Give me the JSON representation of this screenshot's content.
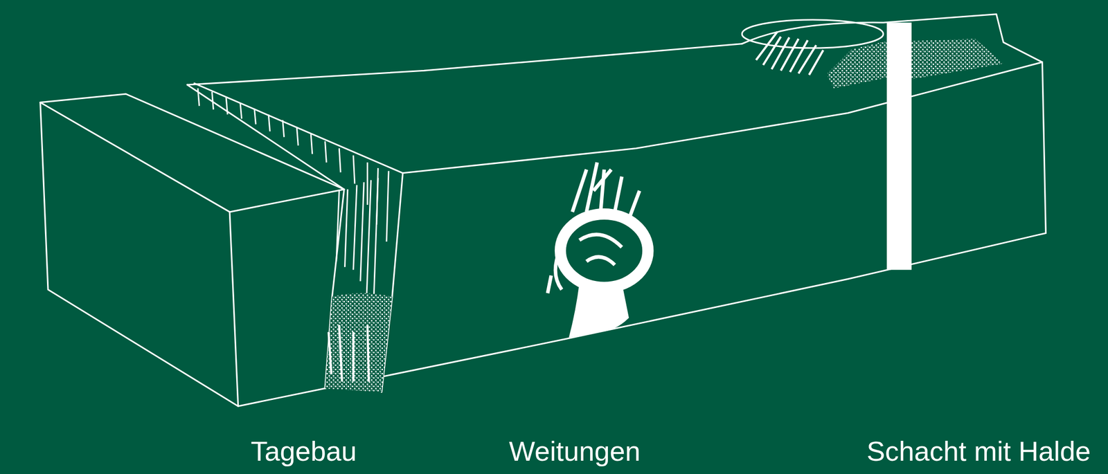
{
  "diagram": {
    "labels": [
      "Tagebau",
      "Weitungen",
      "Schacht mit Halde"
    ]
  }
}
